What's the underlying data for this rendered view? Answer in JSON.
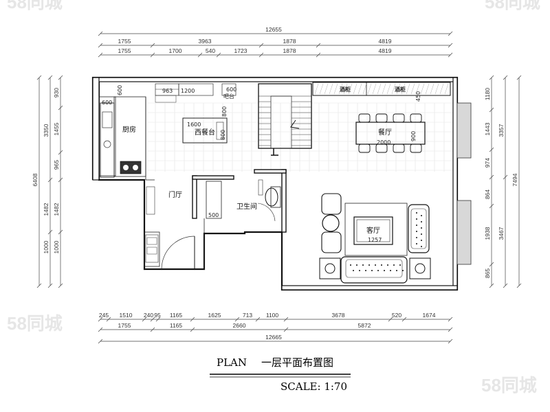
{
  "caption": {
    "plan": "PLAN",
    "title": "一层平面布置图",
    "scale": "SCALE: 1:70"
  },
  "rooms": {
    "kitchen": "厨房",
    "island": "西餐台",
    "bar": "吧台",
    "dining": "餐厅",
    "wine1": "酒柜",
    "wine2": "酒柜",
    "entry": "门厅",
    "bath": "卫生间",
    "living": "客厅"
  },
  "furniture_dims": {
    "k600a": "600",
    "k600b": "600",
    "k963": "963",
    "k1200": "1200",
    "k600c": "600",
    "island_len": "1600",
    "island_w1": "800",
    "island_w2": "800",
    "table_len": "2000",
    "table_w": "900",
    "cab450": "450",
    "shoe500": "500",
    "sofa1257": "1257"
  },
  "dims": {
    "top_total": "12655",
    "top2": [
      "1755",
      "3963",
      "1878",
      "4819"
    ],
    "top3": [
      "1755",
      "1700",
      "540",
      "1723",
      "1878",
      "4819"
    ],
    "bottom1": [
      "245",
      "1510",
      "240",
      "95",
      "1165",
      "1625",
      "713",
      "1100",
      "3678",
      "520",
      "1674"
    ],
    "bottom2": [
      "1755",
      "1165",
      "2660",
      "5872"
    ],
    "bottom_total": "12665",
    "left_total": "6408",
    "left2": [
      "3350",
      "1482",
      "1000"
    ],
    "left3": [
      "930",
      "1455",
      "965",
      "1482",
      "1000"
    ],
    "right_inner": [
      "1180",
      "1443",
      "974",
      "864",
      "1938",
      "865"
    ],
    "right_mid": [
      "3357",
      "3467"
    ],
    "right_total": "7494"
  },
  "watermarks": [
    "58同城",
    "58同城",
    "58同城",
    "58同城"
  ]
}
